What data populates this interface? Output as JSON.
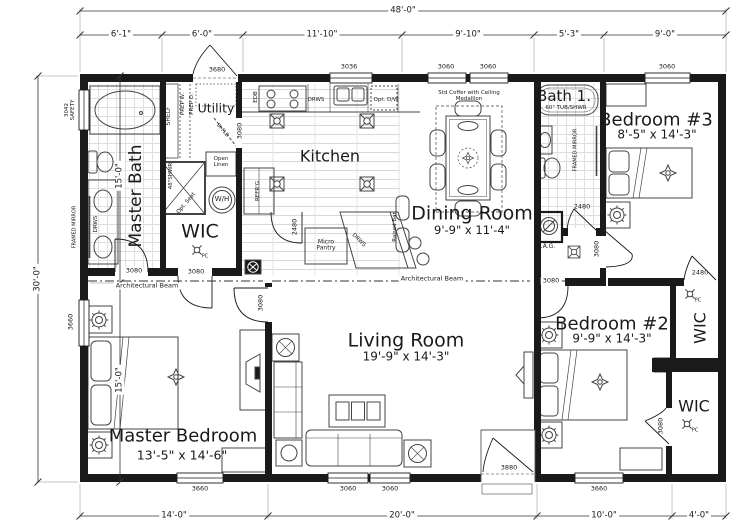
{
  "dimensions": {
    "overall_width": "48'-0\"",
    "overall_height": "30'-0\"",
    "top": [
      "6'-1\"",
      "6'-0\"",
      "11'-10\"",
      "9'-10\"",
      "5'-3\"",
      "9'-0\""
    ],
    "left": [
      "15'-0\"",
      "15'-0\""
    ],
    "bottom": [
      "14'-0\"",
      "20'-0\"",
      "10'-0\"",
      "4'-0\""
    ]
  },
  "rooms": {
    "master_bath": "Master Bath",
    "utility": "Utility",
    "kitchen": "Kitchen",
    "dining": {
      "name": "Dining Room",
      "size": "9'-9\" x 11'-4\""
    },
    "bath1": {
      "name": "Bath 1.",
      "size": "60\" TUB/SHWR"
    },
    "bedroom3": {
      "name": "Bedroom #3",
      "size": "8'-5\" x 14'-3\""
    },
    "bedroom2": {
      "name": "Bedroom #2",
      "size": "9'-9\" x 14'-3\""
    },
    "living": {
      "name": "Living Room",
      "size": "19'-9\" x 14'-3\""
    },
    "master_bedroom": {
      "name": "Master Bedroom",
      "size": "13'-5\" x 14'-6\""
    },
    "wic_master": "WIC",
    "wic_bed2": "WIC",
    "wic_rear": "WIC"
  },
  "fixtures": {
    "shelf": "SHELF",
    "prep_w": "PREP W.",
    "prep_d": "PREP D.",
    "edb": "EDB",
    "drws_kitchen": "DRWS",
    "opt_dw": "Opt. D/W",
    "refrigerator": "REFR'G",
    "open_linen": "Open Linen",
    "water_heater": "W/H",
    "shower": "48\"SHWR",
    "opt_seat": "Opt. Seat",
    "micro_pantry": "Micro Pantry",
    "raised_bar": "Raised Bar",
    "drws_island": "DRWS",
    "drws_vanity": "DRWS",
    "framed_mirror_master": "FRAMED MIRROR",
    "framed_mirror_bath1": "FRAMED MIRROR",
    "rag": "R.A.G.",
    "coffer": "Std Coffer with Ceiling Medallion",
    "beam_left": "Architectural Beam",
    "beam_center": "Architectural Beam",
    "bifold": "BI-FLD",
    "pc_wic_master": "PC",
    "pc_wic_bed2": "PC",
    "pc_wic_rear": "PC"
  },
  "openings": {
    "utility_door": "3680",
    "kitchen_window": "3036",
    "dining_window_1": "3060",
    "dining_window_2": "3060",
    "bedroom3_window": "3060",
    "bath_window": "3042 SAFETY",
    "master_side_window": "3660",
    "master_bottom_window": "3660",
    "living_window_1": "3060",
    "living_window_2": "3060",
    "entry_door": "3880",
    "bedroom2_window": "3660",
    "master_bath_door": "3080",
    "wic_master_door": "3080",
    "master_bedroom_door": "3080",
    "utility_bifold_door": "3080",
    "pantry_door": "2480",
    "bath1_door": "2480",
    "bedroom3_door": "3080",
    "bedroom2_door": "3080",
    "wic_bed2_door": "2480",
    "wic_rear_door": "3080"
  }
}
